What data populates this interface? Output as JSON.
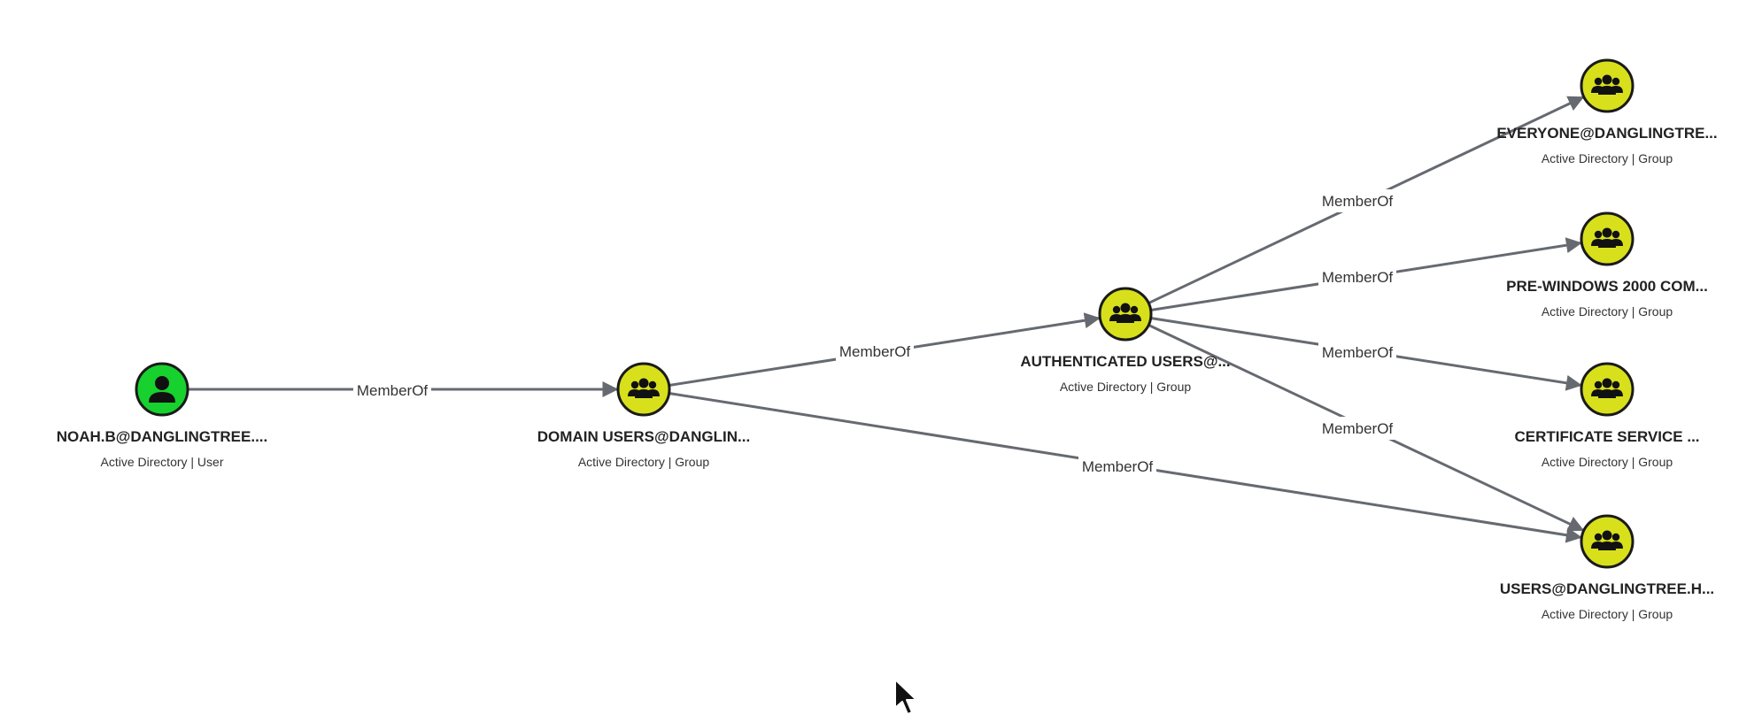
{
  "colors": {
    "user_node": "#17d12e",
    "group_node": "#d8e01c",
    "edge": "#666a70"
  },
  "nodes": [
    {
      "id": "noah",
      "name": "NOAH.B@DANGLINGTREE....",
      "subtitle": "Active Directory | User",
      "kind": "user",
      "icon": "person-icon"
    },
    {
      "id": "domain_users",
      "name": "DOMAIN USERS@DANGLIN...",
      "subtitle": "Active Directory | Group",
      "kind": "group",
      "icon": "group-icon"
    },
    {
      "id": "auth_users",
      "name": "AUTHENTICATED USERS@...",
      "subtitle": "Active Directory | Group",
      "kind": "group",
      "icon": "group-icon"
    },
    {
      "id": "everyone",
      "name": "EVERYONE@DANGLINGTRE...",
      "subtitle": "Active Directory | Group",
      "kind": "group",
      "icon": "group-icon"
    },
    {
      "id": "pre_win2000",
      "name": "PRE-WINDOWS 2000 COM...",
      "subtitle": "Active Directory | Group",
      "kind": "group",
      "icon": "group-icon"
    },
    {
      "id": "cert_service",
      "name": "CERTIFICATE SERVICE ...",
      "subtitle": "Active Directory | Group",
      "kind": "group",
      "icon": "group-icon"
    },
    {
      "id": "users",
      "name": "USERS@DANGLINGTREE.H...",
      "subtitle": "Active Directory | Group",
      "kind": "group",
      "icon": "group-icon"
    }
  ],
  "edges": [
    {
      "from": "noah",
      "to": "domain_users",
      "label": "MemberOf"
    },
    {
      "from": "domain_users",
      "to": "auth_users",
      "label": "MemberOf"
    },
    {
      "from": "domain_users",
      "to": "users",
      "label": "MemberOf"
    },
    {
      "from": "auth_users",
      "to": "everyone",
      "label": "MemberOf"
    },
    {
      "from": "auth_users",
      "to": "pre_win2000",
      "label": "MemberOf"
    },
    {
      "from": "auth_users",
      "to": "cert_service",
      "label": "MemberOf"
    },
    {
      "from": "auth_users",
      "to": "users",
      "label": "MemberOf"
    }
  ]
}
